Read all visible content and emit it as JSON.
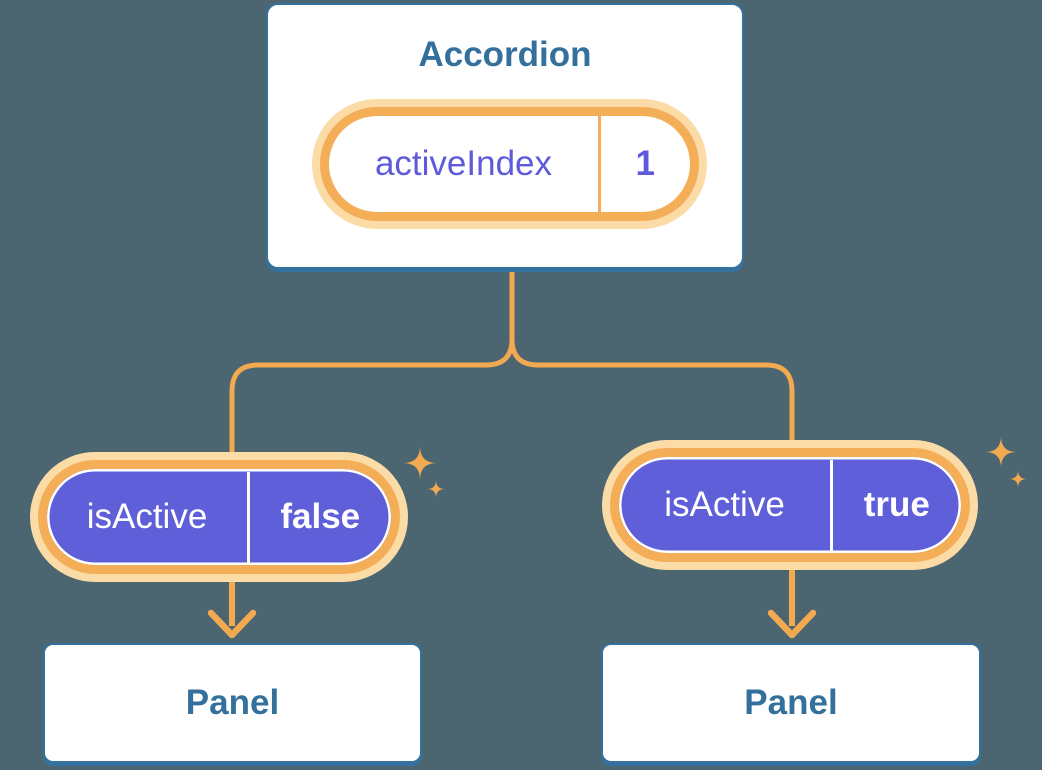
{
  "palette": {
    "background": "#4C6671",
    "card_fill": "#FFFFFF",
    "card_border": "#35719E",
    "blue_text": "#33709C",
    "purple_fill": "#5E5FD9",
    "purple_text": "#5E5ADB",
    "orange_line": "#F2A950",
    "orange_ring": "#F5AE58",
    "orange_halo": "#FBDCA7",
    "white_text": "#FFFFFF"
  },
  "diagram": {
    "root": {
      "title": "Accordion",
      "state_pill": {
        "label": "activeIndex",
        "value": "1"
      }
    },
    "children": [
      {
        "prop_pill": {
          "label": "isActive",
          "value": "false"
        },
        "panel_title": "Panel"
      },
      {
        "prop_pill": {
          "label": "isActive",
          "value": "true"
        },
        "panel_title": "Panel"
      }
    ]
  }
}
